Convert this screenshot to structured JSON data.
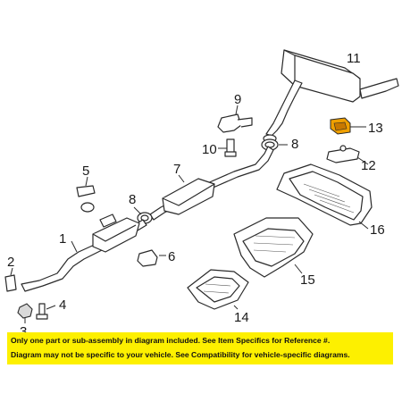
{
  "callouts": {
    "c1": "1",
    "c2": "2",
    "c3": "3",
    "c4": "4",
    "c5": "5",
    "c6": "6",
    "c7": "7",
    "c8a": "8",
    "c8b": "8",
    "c9": "9",
    "c10": "10",
    "c11": "11",
    "c12": "12",
    "c13": "13",
    "c14": "14",
    "c15": "15",
    "c16": "16"
  },
  "colors": {
    "highlight_part": "#f0a000",
    "banner_bg": "#fdf000"
  },
  "footer": {
    "line1": "Only one part or sub-assembly in diagram included. See Item Specifics for Reference #.",
    "line2": "Diagram may not be specific to your vehicle. See Compatibility for vehicle-specific diagrams."
  }
}
